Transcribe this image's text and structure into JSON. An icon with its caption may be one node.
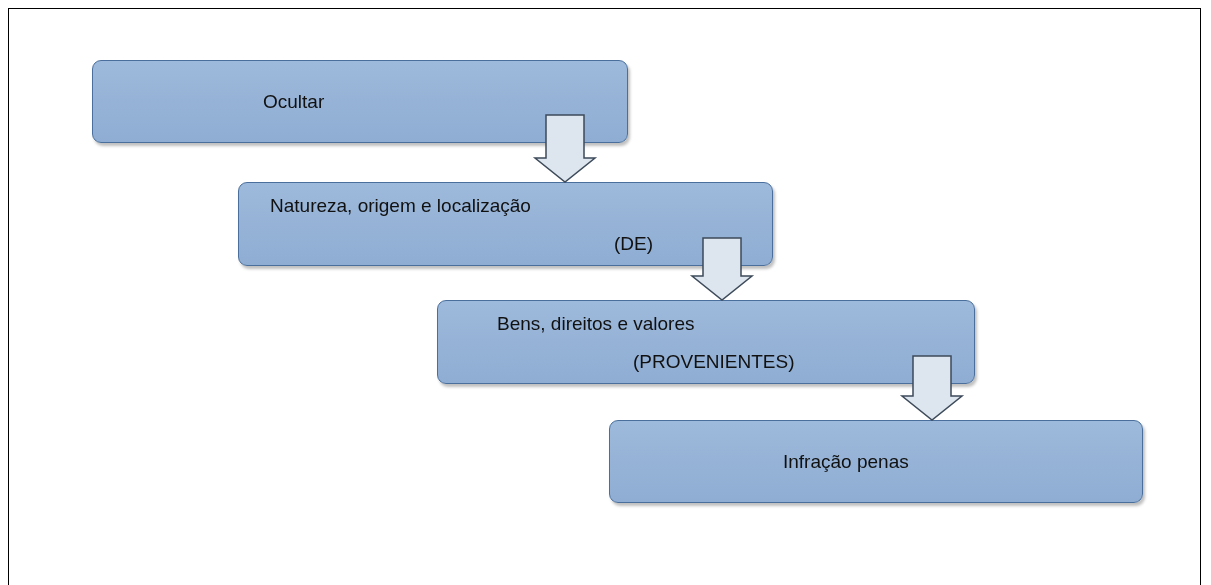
{
  "diagram": {
    "nodes": [
      {
        "text": [
          "Ocultar"
        ]
      },
      {
        "text": [
          "Natureza, origem e localização",
          "(DE)"
        ]
      },
      {
        "text": [
          "Bens, direitos e valores",
          "(PROVENIENTES)"
        ]
      },
      {
        "text": [
          "Infração penas"
        ]
      }
    ],
    "edges": [
      {
        "from": 0,
        "to": 1,
        "arrow": "to"
      },
      {
        "from": 1,
        "to": 2,
        "arrow": "to"
      },
      {
        "from": 2,
        "to": 3,
        "arrow": "to"
      }
    ]
  }
}
